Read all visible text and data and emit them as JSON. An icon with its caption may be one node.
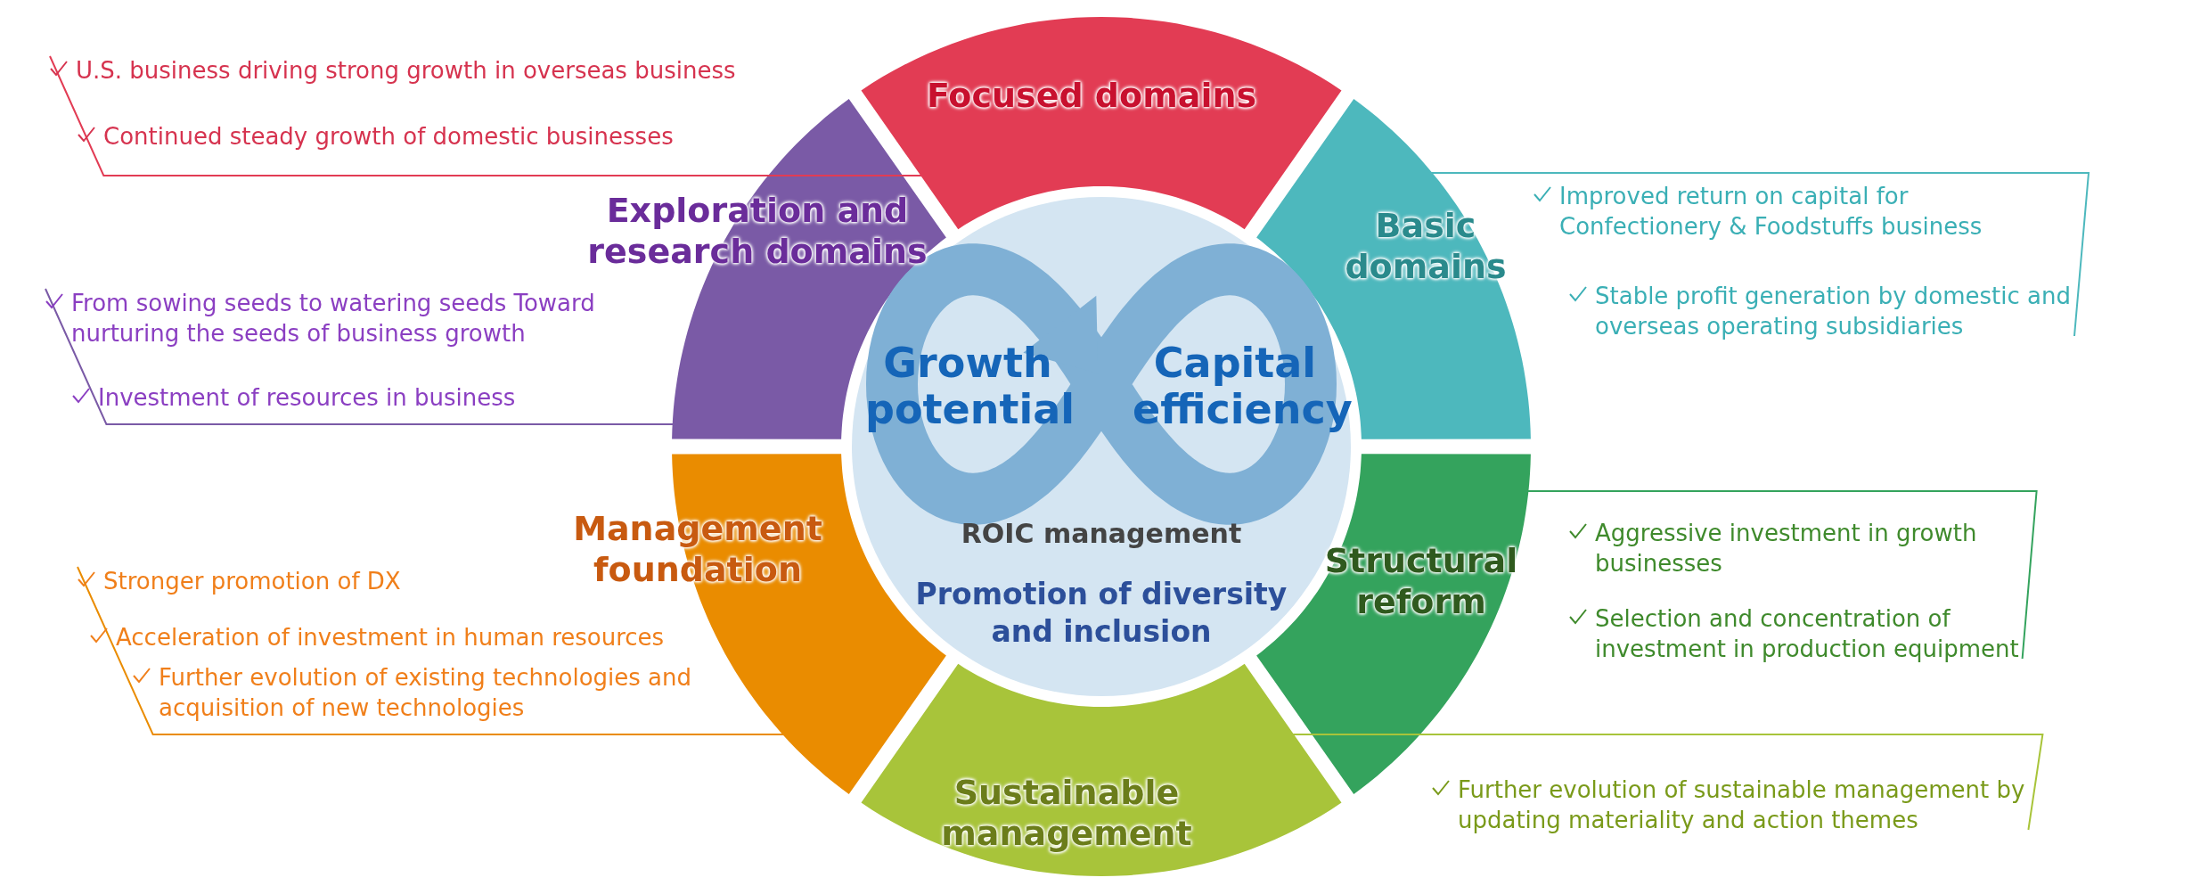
{
  "diagram": {
    "nodes": [
      {
        "text": [
          "Focused domains"
        ]
      },
      {
        "text": [
          "Basic domains"
        ]
      },
      {
        "text": [
          "Structural reform"
        ]
      },
      {
        "text": [
          "Sustainable management"
        ]
      },
      {
        "text": [
          "Management foundation"
        ]
      },
      {
        "text": [
          "Exploration and research domains"
        ]
      },
      {
        "text": [
          "Promotion of diversity and inclusion"
        ]
      },
      {
        "text": [
          "Growth potential",
          "Capital efficiency",
          "ROIC management"
        ],
        "in": 6
      },
      {
        "text": [
          "U.S. business driving strong growth in overseas business",
          "Continued steady growth of domestic businesses"
        ]
      },
      {
        "text": [
          "From sowing seeds to watering seeds Toward nurturing the seeds of business growth",
          "Investment of resources in business"
        ]
      },
      {
        "text": [
          "Stronger promotion of DX",
          "Acceleration of investment in human resources",
          "Further evolution of existing technologies and acquisition of new technologies"
        ]
      },
      {
        "text": [
          "Improved return on capital for Confectionery & Foodstuffs business",
          "Stable profit generation by domestic and overseas operating subsidiaries"
        ]
      },
      {
        "text": [
          "Aggressive investment in growth businesses",
          "Selection and concentration of investment in production equipment"
        ]
      },
      {
        "text": [
          "Further evolution of sustainable management by updating materiality and action themes"
        ]
      }
    ],
    "edges": [
      {
        "from": 8,
        "to": 0,
        "arrow": "none",
        "color": "#e23c54"
      },
      {
        "from": 9,
        "to": 5,
        "arrow": "none",
        "color": "#7a5aa6"
      },
      {
        "from": 10,
        "to": 4,
        "arrow": "none",
        "color": "#ea8c00"
      },
      {
        "from": 11,
        "to": 1,
        "arrow": "none",
        "color": "#4db8bd"
      },
      {
        "from": 12,
        "to": 2,
        "arrow": "none",
        "color": "#34a35d"
      },
      {
        "from": 13,
        "to": 3,
        "arrow": "none",
        "color": "#a8c43a"
      }
    ]
  }
}
